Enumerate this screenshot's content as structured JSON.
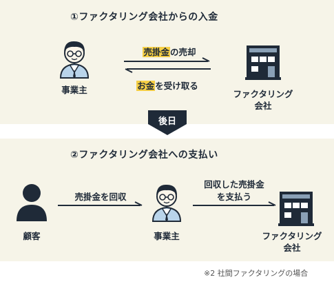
{
  "section1": {
    "title": "①ファクタリング会社からの入金",
    "actor": "事業主",
    "arrow_top": {
      "highlight": "売掛金",
      "rest": "の売却"
    },
    "arrow_bottom": {
      "highlight": "お金",
      "rest": "を受け取る"
    },
    "company_line1": "ファクタリング",
    "company_line2": "会社"
  },
  "separator": {
    "label": "後日"
  },
  "section2": {
    "title": "②ファクタリング会社への支払い",
    "customer": "顧客",
    "arrow1_label": "売掛金を回収",
    "actor": "事業主",
    "arrow2_line1": "回収した売掛金",
    "arrow2_line2": "を支払う",
    "company_line1": "ファクタリング",
    "company_line2": "会社"
  },
  "footnote": "※2 社間ファクタリングの場合",
  "colors": {
    "panel_bg": "#f6f4e8",
    "navy": "#1f2a38",
    "highlight": "#f6cf45",
    "person_shirt": "#b9d4ea"
  }
}
